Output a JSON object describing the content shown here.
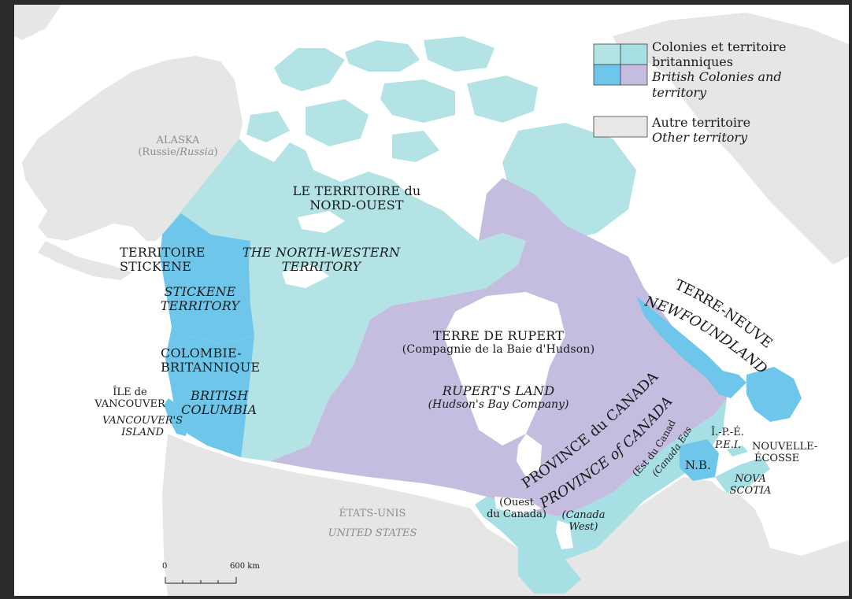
{
  "legend": {
    "colonies_fr_1": "Colonies et territoire",
    "colonies_fr_2": "britanniques",
    "colonies_en_1": "British Colonies and",
    "colonies_en_2": "territory",
    "other_fr": "Autre territoire",
    "other_en": "Other territory",
    "colonies_swatch_colors": [
      "#b3e3e5",
      "#a6dfe4",
      "#6ec7ea",
      "#c5bde0"
    ],
    "other_swatch_color": "#e8e8e8"
  },
  "colors": {
    "other_land": "#e6e6e6",
    "nwt": "#b3e3e5",
    "stickene": "#6ec7ea",
    "rupert": "#c5bde0",
    "water": "#ffffff"
  },
  "labels": {
    "alaska": "ALASKA",
    "alaska_sub_fr": "(Russie/",
    "alaska_sub_en": "Russia",
    "alaska_sub_end": ")",
    "nwt_fr_1": "LE TERRITOIRE du",
    "nwt_fr_2": "NORD-OUEST",
    "nwt_en_1": "THE NORTH-WESTERN",
    "nwt_en_2": "TERRITORY",
    "stickene_fr_1": "TERRITOIRE",
    "stickene_fr_2": "STICKENE",
    "stickene_en_1": "STICKENE",
    "stickene_en_2": "TERRITORY",
    "bc_fr_1": "COLOMBIE-",
    "bc_fr_2": "BRITANNIQUE",
    "bc_en_1": "BRITISH",
    "bc_en_2": "COLUMBIA",
    "vi_fr_1": "ÎLE de",
    "vi_fr_2": "VANCOUVER",
    "vi_en_1": "VANCOUVER'S",
    "vi_en_2": "ISLAND",
    "rupert_fr": "TERRE DE RUPERT",
    "rupert_fr_sub": "(Compagnie de la Baie d'Hudson)",
    "rupert_en": "RUPERT'S LAND",
    "rupert_en_sub": "(Hudson's Bay Company)",
    "nfld_fr": "TERRE-NEUVE",
    "nfld_en": "NEWFOUNDLAND",
    "prov_fr": "PROVINCE du CANADA",
    "prov_en": "PROVINCE of CANADA",
    "east_fr": "(Est du Canada)",
    "east_en": "(Canada East)",
    "west_fr_1": "(Ouest",
    "west_fr_2": "du Canada)",
    "west_en_1": "(Canada",
    "west_en_2": "West)",
    "pei_fr": "Î.-P.-É.",
    "pei_en": "P.E.I.",
    "ns_fr_1": "NOUVELLE-",
    "ns_fr_2": "ÉCOSSE",
    "ns_en_1": "NOVA",
    "ns_en_2": "SCOTIA",
    "nb": "N.B.",
    "us_fr": "ÉTATS-UNIS",
    "us_en": "UNITED STATES"
  },
  "scale_bar": {
    "start_label": "0",
    "end_label": "600 km",
    "distance_km": 600
  }
}
